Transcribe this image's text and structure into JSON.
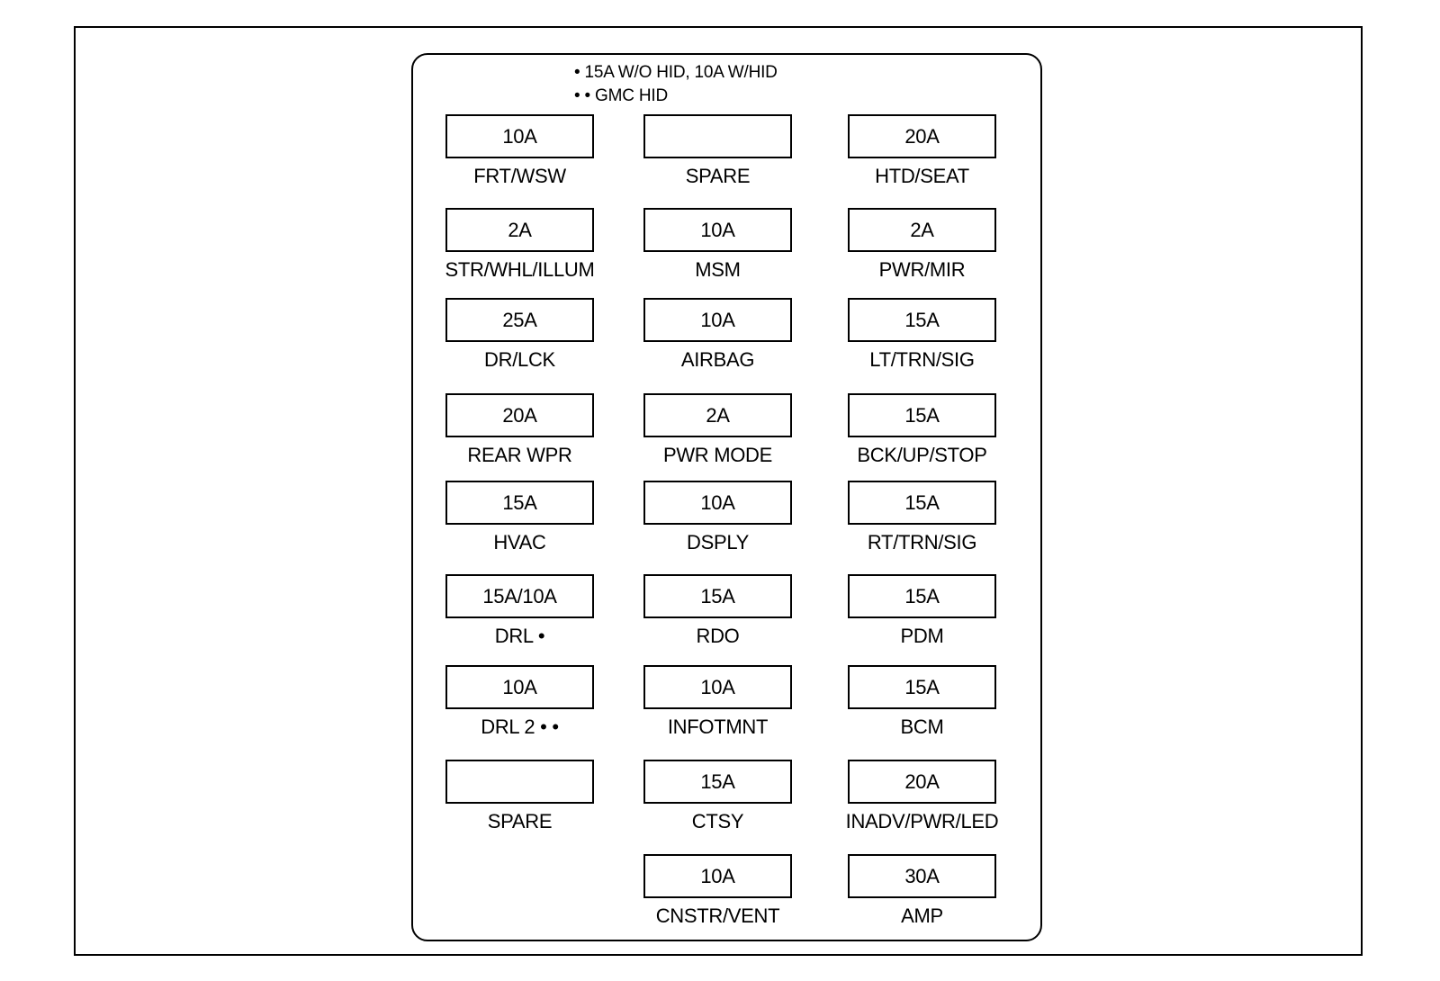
{
  "legend": {
    "single_dot": "• 15A W/O HID, 10A W/HID",
    "double_dot": "• • GMC HID"
  },
  "columns": [
    {
      "fuses": [
        {
          "rating": "10A",
          "label": "FRT/WSW"
        },
        {
          "rating": "2A",
          "label": "STR/WHL/ILLUM"
        },
        {
          "rating": "25A",
          "label": "DR/LCK"
        },
        {
          "rating": "20A",
          "label": "REAR WPR"
        },
        {
          "rating": "15A",
          "label": "HVAC"
        },
        {
          "rating": "15A/10A",
          "label": "DRL •"
        },
        {
          "rating": "10A",
          "label": "DRL 2 • •"
        },
        {
          "rating": "",
          "label": "SPARE"
        }
      ]
    },
    {
      "fuses": [
        {
          "rating": "",
          "label": "SPARE"
        },
        {
          "rating": "10A",
          "label": "MSM"
        },
        {
          "rating": "10A",
          "label": "AIRBAG"
        },
        {
          "rating": "2A",
          "label": "PWR MODE"
        },
        {
          "rating": "10A",
          "label": "DSPLY"
        },
        {
          "rating": "15A",
          "label": "RDO"
        },
        {
          "rating": "10A",
          "label": "INFOTMNT"
        },
        {
          "rating": "15A",
          "label": "CTSY"
        },
        {
          "rating": "10A",
          "label": "CNSTR/VENT"
        }
      ]
    },
    {
      "fuses": [
        {
          "rating": "20A",
          "label": "HTD/SEAT"
        },
        {
          "rating": "2A",
          "label": "PWR/MIR"
        },
        {
          "rating": "15A",
          "label": "LT/TRN/SIG"
        },
        {
          "rating": "15A",
          "label": "BCK/UP/STOP"
        },
        {
          "rating": "15A",
          "label": "RT/TRN/SIG"
        },
        {
          "rating": "15A",
          "label": "PDM"
        },
        {
          "rating": "15A",
          "label": "BCM"
        },
        {
          "rating": "20A",
          "label": "INADV/PWR/LED"
        },
        {
          "rating": "30A",
          "label": "AMP"
        }
      ]
    }
  ]
}
